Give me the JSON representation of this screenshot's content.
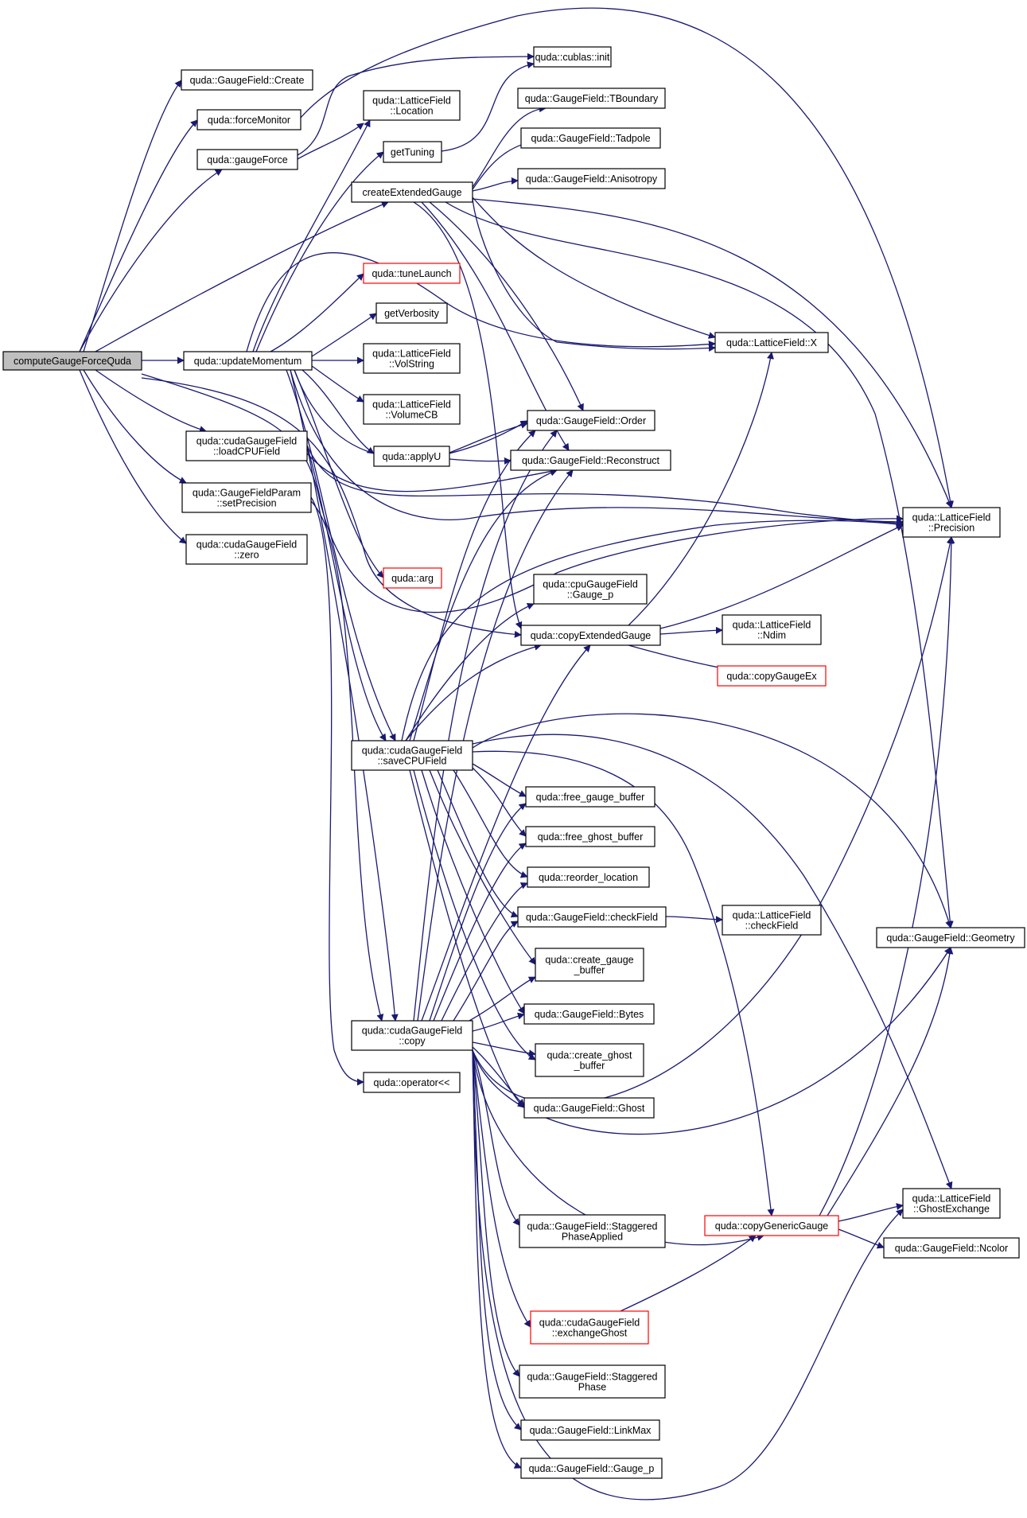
{
  "colors": {
    "edge": "#191970",
    "node_border": "#000000",
    "node_border_truncated": "#ff0000",
    "root_fill": "#bfbfbf",
    "node_fill": "#ffffff"
  },
  "nodes": {
    "root": {
      "lines": [
        "computeGaugeForceQuda"
      ],
      "variant": "root"
    },
    "createGF": {
      "lines": [
        "quda::GaugeField::Create"
      ]
    },
    "forceMon": {
      "lines": [
        "quda::forceMonitor"
      ]
    },
    "gaugeForce": {
      "lines": [
        "quda::gaugeForce"
      ]
    },
    "updMom": {
      "lines": [
        "quda::updateMomentum"
      ]
    },
    "loadCPU": {
      "lines": [
        "quda::cudaGaugeField",
        "::loadCPUField"
      ]
    },
    "setPrec": {
      "lines": [
        "quda::GaugeFieldParam",
        "::setPrecision"
      ]
    },
    "zero": {
      "lines": [
        "quda::cudaGaugeField",
        "::zero"
      ]
    },
    "location": {
      "lines": [
        "quda::LatticeField",
        "::Location"
      ]
    },
    "getTuning": {
      "lines": [
        "getTuning"
      ]
    },
    "createExt": {
      "lines": [
        "createExtendedGauge"
      ]
    },
    "tuneLaunch": {
      "lines": [
        "quda::tuneLaunch"
      ],
      "variant": "red"
    },
    "getVerb": {
      "lines": [
        "getVerbosity"
      ]
    },
    "volString": {
      "lines": [
        "quda::LatticeField",
        "::VolString"
      ]
    },
    "volumeCB": {
      "lines": [
        "quda::LatticeField",
        "::VolumeCB"
      ]
    },
    "applyU": {
      "lines": [
        "quda::applyU"
      ]
    },
    "arg": {
      "lines": [
        "quda::arg"
      ],
      "variant": "red"
    },
    "saveCPU": {
      "lines": [
        "quda::cudaGaugeField",
        "::saveCPUField"
      ]
    },
    "copy": {
      "lines": [
        "quda::cudaGaugeField",
        "::copy"
      ]
    },
    "opLL": {
      "lines": [
        "quda::operator<<"
      ]
    },
    "cublasInit": {
      "lines": [
        "quda::cublas::init"
      ]
    },
    "tBoundary": {
      "lines": [
        "quda::GaugeField::TBoundary"
      ]
    },
    "tadpole": {
      "lines": [
        "quda::GaugeField::Tadpole"
      ]
    },
    "anisotropy": {
      "lines": [
        "quda::GaugeField::Anisotropy"
      ]
    },
    "order": {
      "lines": [
        "quda::GaugeField::Order"
      ]
    },
    "reconstruct": {
      "lines": [
        "quda::GaugeField::Reconstruct"
      ]
    },
    "cpuGaugeP": {
      "lines": [
        "quda::cpuGaugeField",
        "::Gauge_p"
      ]
    },
    "copyExt": {
      "lines": [
        "quda::copyExtendedGauge"
      ]
    },
    "freeGauge": {
      "lines": [
        "quda::free_gauge_buffer"
      ]
    },
    "freeGhost": {
      "lines": [
        "quda::free_ghost_buffer"
      ]
    },
    "reorder": {
      "lines": [
        "quda::reorder_location"
      ]
    },
    "checkField": {
      "lines": [
        "quda::GaugeField::checkField"
      ]
    },
    "createGaugeBuf": {
      "lines": [
        "quda::create_gauge",
        "_buffer"
      ]
    },
    "bytes": {
      "lines": [
        "quda::GaugeField::Bytes"
      ]
    },
    "createGhostBuf": {
      "lines": [
        "quda::create_ghost",
        "_buffer"
      ]
    },
    "ghost": {
      "lines": [
        "quda::GaugeField::Ghost"
      ]
    },
    "stagPhaseApplied": {
      "lines": [
        "quda::GaugeField::Staggered",
        "PhaseApplied"
      ]
    },
    "exchGhost": {
      "lines": [
        "quda::cudaGaugeField",
        "::exchangeGhost"
      ],
      "variant": "red"
    },
    "stagPhase": {
      "lines": [
        "quda::GaugeField::Staggered",
        "Phase"
      ]
    },
    "linkMax": {
      "lines": [
        "quda::GaugeField::LinkMax"
      ]
    },
    "gaugeP": {
      "lines": [
        "quda::GaugeField::Gauge_p"
      ]
    },
    "latX": {
      "lines": [
        "quda::LatticeField::X"
      ]
    },
    "ndim": {
      "lines": [
        "quda::LatticeField",
        "::Ndim"
      ]
    },
    "copyGaugeEx": {
      "lines": [
        "quda::copyGaugeEx"
      ],
      "variant": "red"
    },
    "latCheck": {
      "lines": [
        "quda::LatticeField",
        "::checkField"
      ]
    },
    "copyGeneric": {
      "lines": [
        "quda::copyGenericGauge"
      ],
      "variant": "red"
    },
    "precision": {
      "lines": [
        "quda::LatticeField",
        "::Precision"
      ]
    },
    "geometry": {
      "lines": [
        "quda::GaugeField::Geometry"
      ]
    },
    "ghostExch": {
      "lines": [
        "quda::LatticeField",
        "::GhostExchange"
      ]
    },
    "ncolor": {
      "lines": [
        "quda::GaugeField::Ncolor"
      ]
    }
  }
}
